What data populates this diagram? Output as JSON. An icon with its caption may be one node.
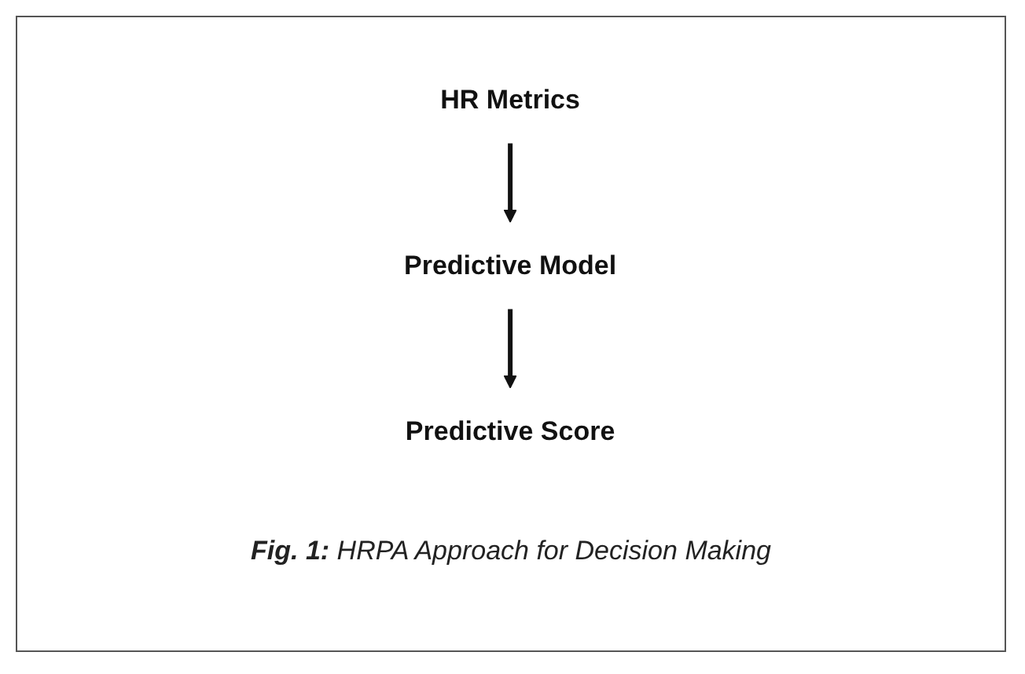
{
  "diagram": {
    "caption": "**Fig. 1:** HRPA Approach for Decision Making",
    "nodes": [
      {
        "text": [
          "HR Metrics"
        ]
      },
      {
        "text": [
          "Predictive Model"
        ]
      },
      {
        "text": [
          "Predictive Score"
        ]
      }
    ],
    "edges": [
      {
        "from": 0,
        "to": 1,
        "arrow": "to"
      },
      {
        "from": 1,
        "to": 2,
        "arrow": "to"
      }
    ]
  }
}
